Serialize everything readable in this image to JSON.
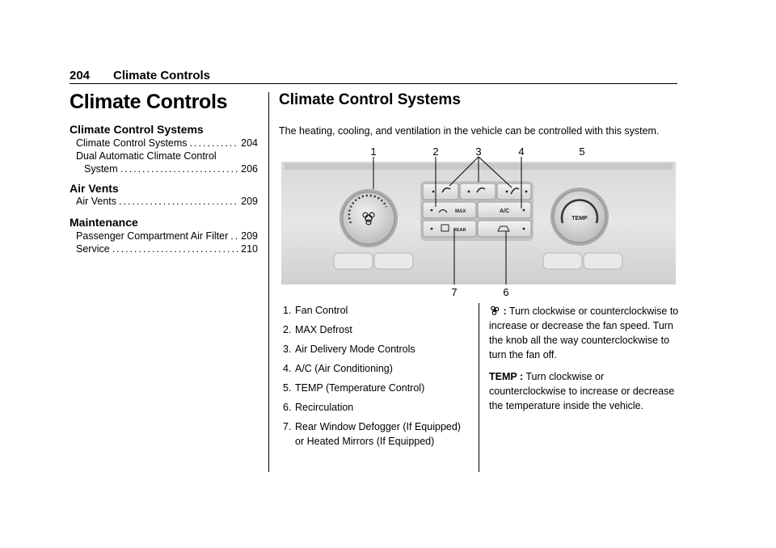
{
  "header": {
    "page_number": "204",
    "section": "Climate Controls"
  },
  "left_column": {
    "title": "Climate Controls",
    "sections": [
      {
        "heading": "Climate Control Systems",
        "entries": [
          {
            "text": "Climate Control Systems",
            "page": "204"
          },
          {
            "text": "Dual Automatic Climate Control",
            "page": ""
          },
          {
            "text": "System",
            "page": "206"
          }
        ]
      },
      {
        "heading": "Air Vents",
        "entries": [
          {
            "text": "Air Vents",
            "page": "209"
          }
        ]
      },
      {
        "heading": "Maintenance",
        "entries": [
          {
            "text": "Passenger Compartment Air Filter",
            "page": "209"
          },
          {
            "text": "Service",
            "page": "210"
          }
        ]
      }
    ]
  },
  "main": {
    "title": "Climate Control Systems",
    "intro": "The heating, cooling, and ventilation in the vehicle can be controlled with this system.",
    "figure": {
      "callouts": [
        "1",
        "2",
        "3",
        "4",
        "5",
        "7",
        "6"
      ],
      "button_labels": {
        "max": "MAX",
        "ac": "A/C",
        "rear": "REAR",
        "temp": "TEMP"
      }
    },
    "list": [
      {
        "num": "1.",
        "text": "Fan Control"
      },
      {
        "num": "2.",
        "text": "MAX Defrost"
      },
      {
        "num": "3.",
        "text": "Air Delivery Mode Controls"
      },
      {
        "num": "4.",
        "text": "A/C (Air Conditioning)"
      },
      {
        "num": "5.",
        "text": "TEMP (Temperature Control)"
      },
      {
        "num": "6.",
        "text": "Recirculation"
      },
      {
        "num": "7.",
        "text": "Rear Window Defogger (If Equipped) or Heated Mirrors (If Equipped)"
      }
    ],
    "descriptions": {
      "fan_label": ":",
      "fan_text": "Turn clockwise or counterclockwise to increase or decrease the fan speed. Turn the knob all the way counterclockwise to turn the fan off.",
      "temp_label": "TEMP :",
      "temp_text": "Turn clockwise or counterclockwise to increase or decrease the temperature inside the vehicle."
    }
  }
}
